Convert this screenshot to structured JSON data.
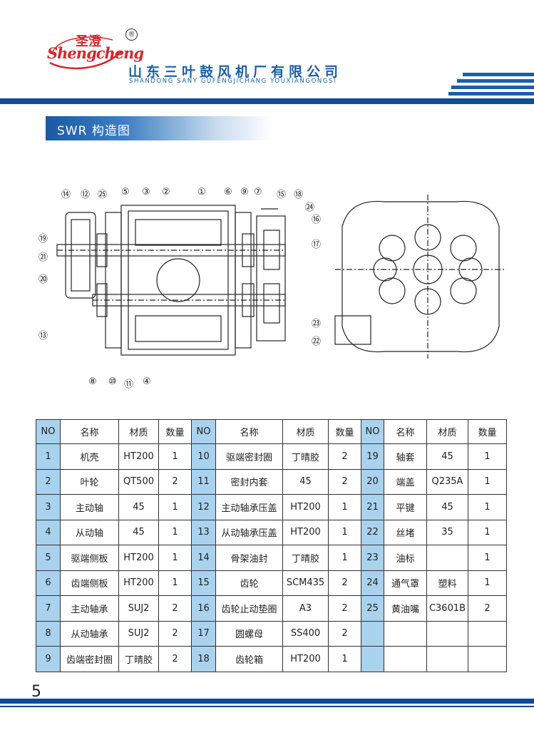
{
  "brand": {
    "logo_cn": "圣澄",
    "logo_script": "Shengcheng",
    "registered": "®",
    "company_cn": "山东三叶鼓风机厂有限公司",
    "company_en": "SHANDONG SANY GUFENGJICHANG YOUXIANGONGSI",
    "colors": {
      "brand_blue": "#1b5fa8",
      "band_blue": "#0d4c98",
      "logo_red": "#d7262a",
      "cell_blue": "#a9d2ee"
    }
  },
  "section": {
    "title": "SWR 构造图"
  },
  "drawing_labels": {
    "top": [
      "⑭",
      "⑫",
      "㉕",
      "⑤",
      "③",
      "②",
      "①",
      "⑥",
      "⑨",
      "⑦",
      "⑮",
      "⑱",
      "㉔",
      "⑯",
      "⑰"
    ],
    "left": [
      "⑲",
      "㉑",
      "⑳",
      "⑬"
    ],
    "bottom": [
      "⑧",
      "⑩",
      "⑪",
      "④"
    ],
    "right": [
      "㉓",
      "㉒"
    ]
  },
  "table": {
    "headers": [
      "NO",
      "名称",
      "材质",
      "数量",
      "NO",
      "名称",
      "材质",
      "数量",
      "NO",
      "名称",
      "材质",
      "数量"
    ],
    "rows": [
      [
        [
          "1",
          "机壳",
          "HT200",
          "1"
        ],
        [
          "10",
          "驱端密封圈",
          "丁晴胶",
          "2"
        ],
        [
          "19",
          "轴套",
          "45",
          "1"
        ]
      ],
      [
        [
          "2",
          "叶轮",
          "QT500",
          "2"
        ],
        [
          "11",
          "密封内套",
          "45",
          "2"
        ],
        [
          "20",
          "端盖",
          "Q235A",
          "1"
        ]
      ],
      [
        [
          "3",
          "主动轴",
          "45",
          "1"
        ],
        [
          "12",
          "主动轴承压盖",
          "HT200",
          "1"
        ],
        [
          "21",
          "平键",
          "45",
          "1"
        ]
      ],
      [
        [
          "4",
          "从动轴",
          "45",
          "1"
        ],
        [
          "13",
          "从动轴承压盖",
          "HT200",
          "1"
        ],
        [
          "22",
          "丝堵",
          "35",
          "1"
        ]
      ],
      [
        [
          "5",
          "驱端侧板",
          "HT200",
          "1"
        ],
        [
          "14",
          "骨架油封",
          "丁晴胶",
          "1"
        ],
        [
          "23",
          "油标",
          "",
          "1"
        ]
      ],
      [
        [
          "6",
          "齿端侧板",
          "HT200",
          "1"
        ],
        [
          "15",
          "齿轮",
          "SCM435",
          "2"
        ],
        [
          "24",
          "通气罩",
          "塑料",
          "1"
        ]
      ],
      [
        [
          "7",
          "主动轴承",
          "SUJ2",
          "2"
        ],
        [
          "16",
          "齿轮止动垫圈",
          "A3",
          "2"
        ],
        [
          "25",
          "黄油嘴",
          "C3601B",
          "2"
        ]
      ],
      [
        [
          "8",
          "从动轴承",
          "SUJ2",
          "2"
        ],
        [
          "17",
          "圆螺母",
          "SS400",
          "2"
        ],
        [
          "",
          "",
          "",
          ""
        ]
      ],
      [
        [
          "9",
          "齿端密封圈",
          "丁晴胶",
          "2"
        ],
        [
          "18",
          "齿轮箱",
          "HT200",
          "1"
        ],
        [
          "",
          "",
          "",
          ""
        ]
      ]
    ]
  },
  "page_number": "5"
}
